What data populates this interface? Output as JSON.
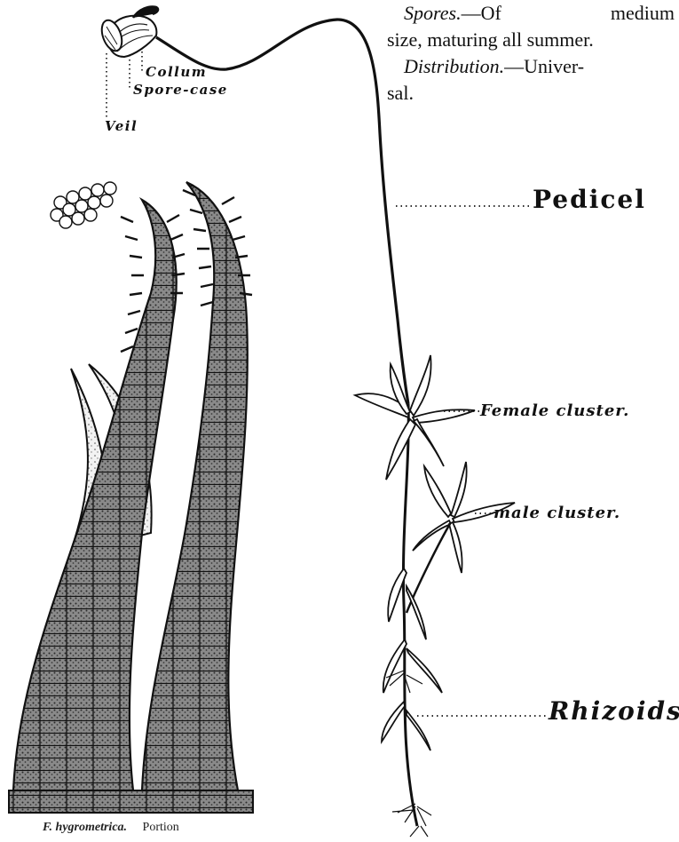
{
  "text_block": {
    "spores_label": "Spores.",
    "spores_text": "—Of medium",
    "spores_cont": "size, maturing all summer.",
    "distribution_label": "Distribution.",
    "distribution_text": "—Univer-",
    "distribution_cont": "sal."
  },
  "labels": {
    "collum": "Collum",
    "spore_case": "Spore-case",
    "veil": "Veil",
    "pedicel": "Pedicel",
    "female_cluster": "Female cluster.",
    "male_cluster": "male cluster.",
    "rhizoids": "Rhizoids"
  },
  "caption": {
    "species": "F. hygrometrica.",
    "text": "Portion"
  }
}
